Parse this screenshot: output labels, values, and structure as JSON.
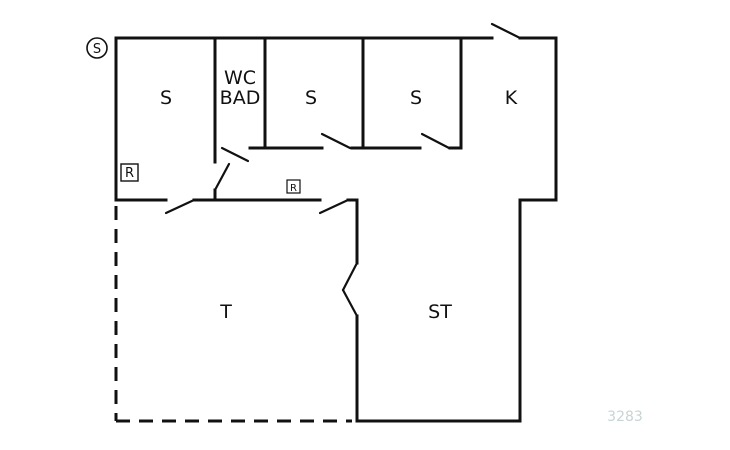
{
  "rooms": {
    "s1": "S",
    "wc_line1": "WC",
    "wc_line2": "BAD",
    "s2": "S",
    "s3": "S",
    "k": "K",
    "t": "T",
    "st": "ST"
  },
  "markers": {
    "smoke_detector": "S",
    "radiator_1": "R",
    "radiator_2": "R"
  },
  "plan_code": "3283",
  "colors": {
    "line": "#111111",
    "code": "#c9d3d3"
  }
}
